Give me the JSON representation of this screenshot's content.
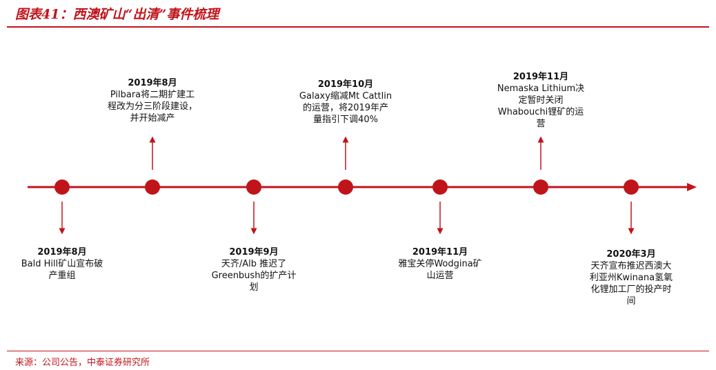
{
  "title": "图表41：西澳矿山“出清”事件梳理",
  "source": "来源：公司公告，中泰证券研究所",
  "colors": {
    "accent": "#c0141b",
    "text": "#111111"
  },
  "events": [
    {
      "date": "2019年8月",
      "desc": "Bald Hill矿山宣布破\n产重组",
      "side": "below"
    },
    {
      "date": "2019年8月",
      "desc": "Pilbara将二期扩建工\n程改为分三阶段建设，\n并开始减产",
      "side": "above"
    },
    {
      "date": "2019年9月",
      "desc": "天齐/Alb 推迟了\nGreenbush的扩产计\n划",
      "side": "below"
    },
    {
      "date": "2019年10月",
      "desc": "Galaxy缩减Mt Cattlin\n的运营，将2019年产\n量指引下调40%",
      "side": "above"
    },
    {
      "date": "2019年11月",
      "desc": "雅宝关停Wodgina矿\n山运营",
      "side": "below"
    },
    {
      "date": "2019年11月",
      "desc": "Nemaska Lithium决\n定暂时关闭\nWhabouchi锂矿的运\n营",
      "side": "above"
    },
    {
      "date": "2020年3月",
      "desc": "天齐宣布推迟西澳大\n利亚州Kwinana氢氧\n化锂加工厂的投产时\n间",
      "side": "below"
    }
  ]
}
